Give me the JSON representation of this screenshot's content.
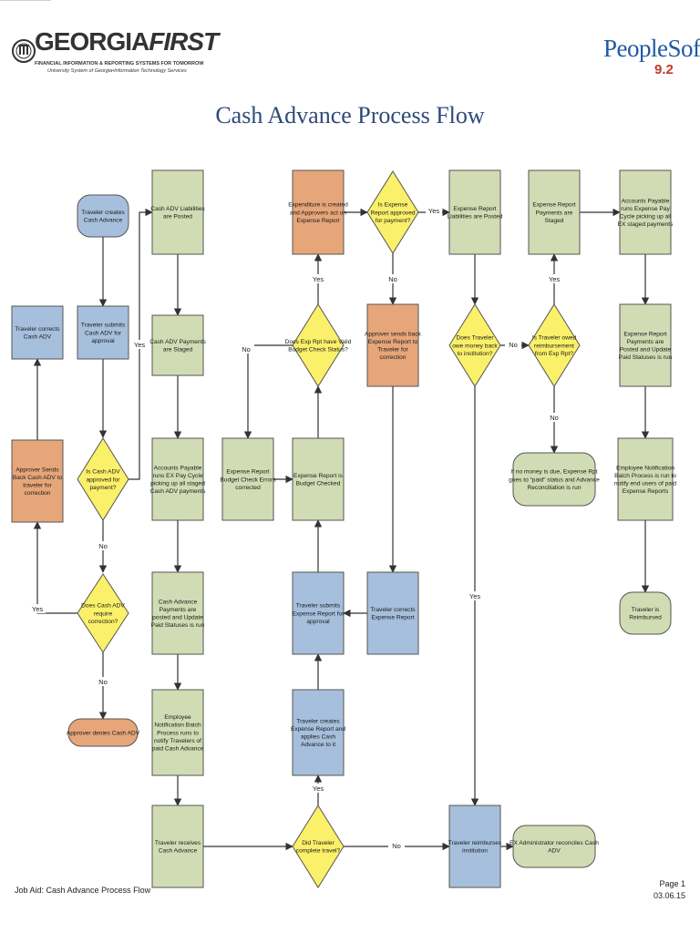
{
  "header": {
    "brand_main": "GEORGIA",
    "brand_main_italic": "FIRST",
    "brand_sub": "FINANCIAL INFORMATION & REPORTING SYSTEMS FOR TOMORROW",
    "brand_sub2": "University System of Georgia•Information Technology Services",
    "product": "PeopleSoft",
    "product_version": "9.2",
    "title": "Cash Advance Process Flow"
  },
  "footer": {
    "left": "Job Aid: Cash Advance Process Flow",
    "page": "Page 1",
    "date": "03.06.15"
  },
  "colors": {
    "blue": "#a6bfdc",
    "green": "#d1dcb4",
    "orange": "#e6a679",
    "yellow": "#fbf06a",
    "stroke": "#555555"
  },
  "nodes": {
    "traveler_creates_adv": [
      "Traveler creates",
      "Cash Advance"
    ],
    "traveler_submits_adv": [
      "Traveler submits",
      "Cash ADV for",
      "approval"
    ],
    "traveler_corrects_adv": [
      "Traveler corrects",
      "Cash ADV"
    ],
    "approver_sends_back_adv": [
      "Approver Sends",
      "Back Cash ADV to",
      "traveler for",
      "correction"
    ],
    "is_adv_approved": [
      "Is Cash ADV",
      "approved for",
      "payment?"
    ],
    "does_adv_require_correction": [
      "Does Cash ADV",
      "require",
      "correction?"
    ],
    "approver_denies_adv": [
      "Approver denies Cash ADV"
    ],
    "adv_liabilities_posted": [
      "Cash ADV Liabilities",
      "are Posted"
    ],
    "adv_payments_staged": [
      "Cash ADV Payments",
      "are Staged"
    ],
    "ap_runs_pay_cycle_adv": [
      "Accounts Payable",
      "runs EX Pay Cycle",
      "picking up all staged",
      "Cash ADV payments"
    ],
    "adv_payments_posted": [
      "Cash Advance",
      "Payments are",
      "posted and Update",
      "Paid Statuses is run"
    ],
    "employee_notification_adv": [
      "Employee",
      "Notification Batch",
      "Process runs to",
      "notify Travelers of",
      "paid Cash Advance"
    ],
    "traveler_receives_adv": [
      "Traveler receives",
      "Cash Advance"
    ],
    "expenditure_created": [
      "Expenditure is created",
      "and Approvers act on",
      "Expense Report"
    ],
    "is_report_approved": [
      "Is Expense",
      "Report approved",
      "for payment?"
    ],
    "does_exp_rpt_valid_budget": [
      "Does Exp Rpt have Valid",
      "Budget Check Status?"
    ],
    "budget_check_errors_corrected": [
      "Expense Report",
      "Budget Check Errors",
      "corrected"
    ],
    "report_budget_checked": [
      "Expense Report is",
      "Budget Checked"
    ],
    "traveler_submits_report": [
      "Traveler submits",
      "Expense Report for",
      "approval"
    ],
    "traveler_creates_report": [
      "Traveler creates",
      "Expense Report and",
      "applies Cash",
      "Advance to it"
    ],
    "did_traveler_complete_travel": [
      "Did Traveler",
      "complete travel?"
    ],
    "approver_sends_back_report": [
      "Approver sends back",
      "Expense Report to",
      "Traveler for",
      "correction"
    ],
    "traveler_corrects_report": [
      "Traveler corrects",
      "Expense Report"
    ],
    "report_liabilities_posted": [
      "Expense Report",
      "Liabilities are Posted"
    ],
    "does_traveler_owe_money": [
      "Does Traveler",
      "owe money back",
      "to institution?"
    ],
    "traveler_reimburses_institution": [
      "Traveler reimburses",
      "institution"
    ],
    "ex_admin_reconciles": [
      "EX Administrator reconciles Cash",
      "ADV"
    ],
    "report_payments_staged": [
      "Expense Report",
      "Payments are",
      "Staged"
    ],
    "is_traveler_owed": [
      "Is Traveler owed",
      "reimbursement",
      "from Exp Rpt?"
    ],
    "no_money_due": [
      "If no money is due, Expense Rpt",
      "goes to “paid” status and Advance",
      "Reconciliation is run"
    ],
    "ap_runs_pay_cycle_report": [
      "Accounts Payable",
      "runs Expense Pay",
      "Cycle picking up all",
      "EX staged payments"
    ],
    "report_payments_posted": [
      "Expense Report",
      "Payments are",
      "Posted and Update",
      "Paid Statuses is run"
    ],
    "employee_notification_report": [
      "Employee Notification",
      "Batch Process is run to",
      "notify end users of paid",
      "Expense Reports"
    ],
    "traveler_reimbursed": [
      "Traveler is",
      "Reimbursed"
    ]
  },
  "edge_labels": {
    "yes": "Yes",
    "no": "No"
  }
}
